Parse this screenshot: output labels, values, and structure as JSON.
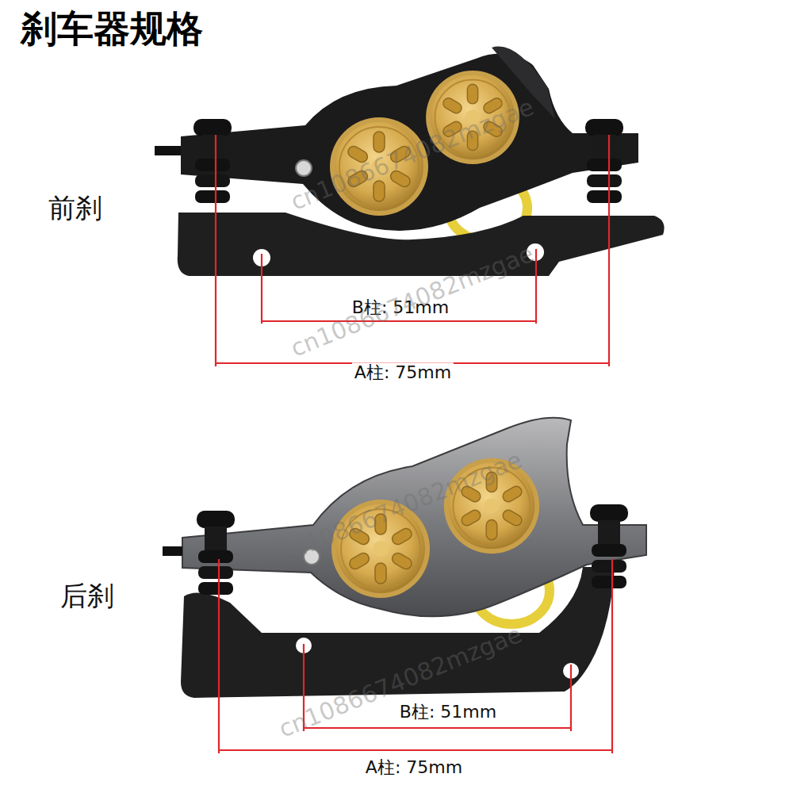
{
  "diagram": {
    "title": "刹车器规格",
    "labels": [
      "前刹",
      "B柱: 51mm",
      "A柱: 75mm",
      "后刹",
      "B柱: 51mm",
      "A柱: 75mm",
      "cn1086674082mzgae",
      "cn1086674082mzgae",
      "cn1086674082mzgae",
      "cn1086674082mzgae"
    ]
  }
}
